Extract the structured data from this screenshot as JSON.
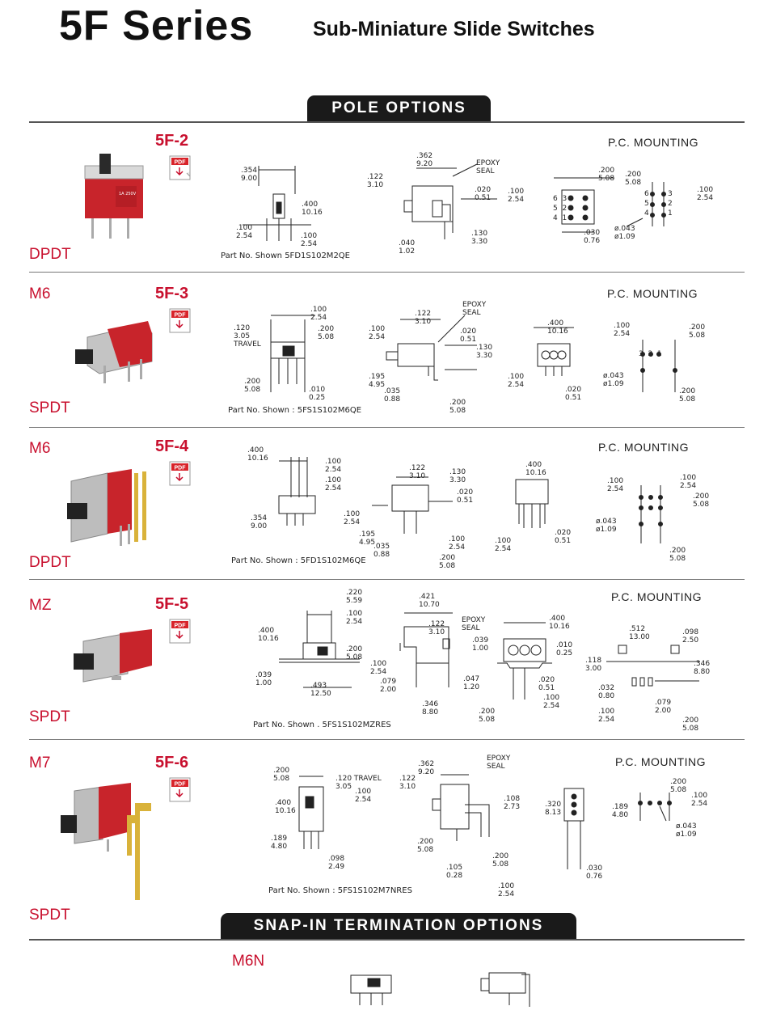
{
  "header": {
    "title": "5F Series",
    "subtitle": "Sub-Miniature Slide Switches"
  },
  "banners": {
    "pole_options": "POLE OPTIONS",
    "snap_in": "SNAP-IN TERMINATION OPTIONS"
  },
  "pdf_label": "PDF",
  "pc_mounting": "P.C. MOUNTING",
  "sections": [
    {
      "model": "5F-2",
      "option": "",
      "pole": "DPDT",
      "part_no": "Part No. Shown   5FD1S102M2QE"
    },
    {
      "model": "5F-3",
      "option": "M6",
      "pole": "SPDT",
      "part_no": "Part No. Shown : 5FS1S102M6QE"
    },
    {
      "model": "5F-4",
      "option": "M6",
      "pole": "DPDT",
      "part_no": "Part No. Shown : 5FD1S102M6QE"
    },
    {
      "model": "5F-5",
      "option": "MZ",
      "pole": "SPDT",
      "part_no": "Part No. Shown . 5FS1S102MZRES"
    },
    {
      "model": "5F-6",
      "option": "M7",
      "pole": "SPDT",
      "part_no": "Part No. Shown : 5FS1S102M7NRES"
    }
  ],
  "snap_in": {
    "option": "M6N"
  },
  "dims": {
    "s0": [
      ".354\n9.00",
      ".400\n10.16",
      ".100\n2.54",
      ".100\n2.54",
      ".362\n9.20",
      ".122\n3.10",
      "EPOXY\nSEAL",
      ".020\n0.51",
      ".100\n2.54",
      ".130\n3.30",
      ".040\n1.02",
      ".200\n5.08",
      ".200\n5.08",
      ".100\n2.54",
      "ø.043\nø1.09",
      ".030\n0.76",
      "6  3\n5  2\n4  1",
      "6\n5\n4",
      "3\n2\n1"
    ],
    "s1": [
      ".100\n2.54",
      ".120\n3.05\nTRAVEL",
      ".200\n5.08",
      ".200\n5.08",
      ".010\n0.25",
      ".122\n3.10",
      ".100\n2.54",
      "EPOXY\nSEAL",
      ".020\n0.51",
      ".130\n3.30",
      ".195\n4.95",
      ".035\n0.88",
      ".200\n5.08",
      ".400\n10.16",
      ".100\n2.54",
      ".020\n0.51",
      ".100\n2.54",
      ".200\n5.08",
      "ø.043\nø1.09",
      ".200\n5.08",
      "3  2  1"
    ],
    "s2": [
      ".400\n10.16",
      ".100\n2.54",
      ".100\n2.54",
      ".354\n9.00",
      ".122\n3.10",
      ".130\n3.30",
      ".020\n0.51",
      ".100\n2.54",
      ".195\n4.95",
      ".035\n0.88",
      ".100\n2.54",
      ".200\n5.08",
      ".400\n10.16",
      ".100\n2.54",
      ".020\n0.51",
      ".100\n2.54",
      ".100\n2.54",
      ".200\n5.08",
      "ø.043\nø1.09",
      ".200\n5.08"
    ],
    "s3": [
      ".220\n5.59",
      ".100\n2.54",
      ".400\n10.16",
      ".200\n5.08",
      ".039\n1.00",
      ".493\n12.50",
      ".421\n10.70",
      ".122\n3.10",
      "EPOXY\nSEAL",
      ".039\n1.00",
      ".100\n2.54",
      ".079\n2.00",
      ".047\n1.20",
      ".346\n8.80",
      ".400\n10.16",
      ".010\n0.25",
      ".020\n0.51",
      ".100\n2.54",
      ".200\n5.08",
      ".512\n13.00",
      ".098\n2.50",
      ".118\n3.00",
      ".346\n8.80",
      ".032\n0.80",
      ".079\n2.00",
      ".100\n2.54",
      ".200\n5.08"
    ],
    "s4": [
      ".200\n5.08",
      ".120 TRAVEL\n3.05",
      ".100\n2.54",
      ".400\n10.16",
      ".189\n4.80",
      ".098\n2.49",
      ".362\n9.20",
      ".122\n3.10",
      "EPOXY\nSEAL",
      ".108\n2.73",
      ".200\n5.08",
      ".200\n5.08",
      ".105\n0.28",
      ".100\n2.54",
      ".320\n8.13",
      ".030\n0.76",
      ".200\n5.08",
      ".100\n2.54",
      ".189\n4.80",
      "ø.043\nø1.09"
    ]
  }
}
